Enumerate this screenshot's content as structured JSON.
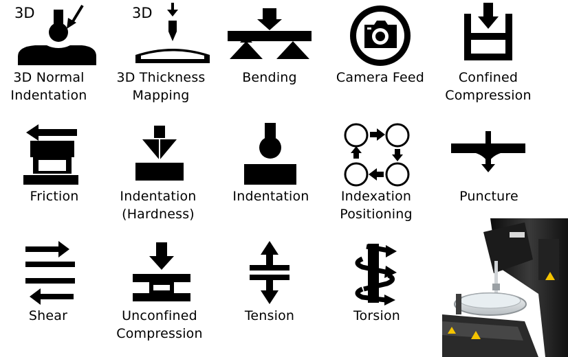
{
  "tiles": [
    {
      "label": "3D Normal\nIndentation",
      "icon": "3d-normal-indentation-icon",
      "badge": "3D"
    },
    {
      "label": "3D Thickness\nMapping",
      "icon": "3d-thickness-mapping-icon",
      "badge": "3D"
    },
    {
      "label": "Bending",
      "icon": "bending-icon"
    },
    {
      "label": "Camera Feed",
      "icon": "camera-icon"
    },
    {
      "label": "Confined\nCompression",
      "icon": "confined-compression-icon"
    },
    {
      "label": "Friction",
      "icon": "friction-icon"
    },
    {
      "label": "Indentation\n(Hardness)",
      "icon": "indentation-hardness-icon"
    },
    {
      "label": "Indentation",
      "icon": "indentation-icon"
    },
    {
      "label": "Indexation\nPositioning",
      "icon": "indexation-positioning-icon"
    },
    {
      "label": "Puncture",
      "icon": "puncture-icon"
    },
    {
      "label": "Shear",
      "icon": "shear-icon"
    },
    {
      "label": "Unconfined\nCompression",
      "icon": "unconfined-compression-icon"
    },
    {
      "label": "Tension",
      "icon": "tension-icon"
    },
    {
      "label": "Torsion",
      "icon": "torsion-icon"
    }
  ],
  "photo": {
    "icon": "mechanical-tester-photo"
  },
  "colors": {
    "icon": "#000000",
    "background": "#ffffff"
  }
}
